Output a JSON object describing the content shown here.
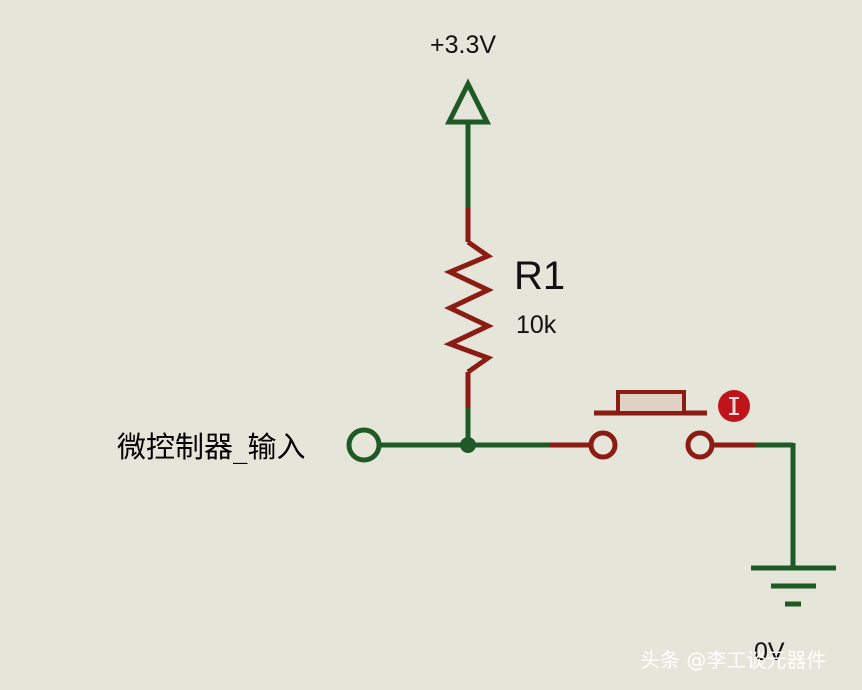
{
  "supply": {
    "label": "+3.3V"
  },
  "resistor": {
    "ref": "R1",
    "value": "10k"
  },
  "input_pin": {
    "label": "微控制器_输入"
  },
  "ground": {
    "label": "0V"
  },
  "watermark": {
    "text": "头条 @李工谈元器件"
  },
  "colors": {
    "background": "#e6e5da",
    "wire_green": "#1f5a26",
    "wire_red": "#8a1c14",
    "indicator_red": "#c0141b",
    "button_fill": "#dfd2c4"
  }
}
